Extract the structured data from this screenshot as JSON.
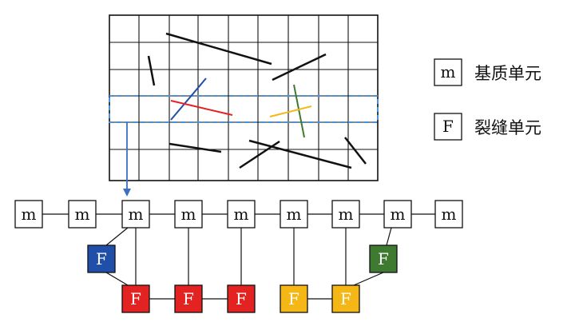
{
  "legend": {
    "matrix": {
      "symbol": "m",
      "label": "基质单元"
    },
    "fracture": {
      "symbol": "F",
      "label": "裂缝单元"
    }
  },
  "colors": {
    "grid": "#111111",
    "highlight_band": "#4a90d9",
    "arrow": "#3a6fc4",
    "fracture_black": "#111111",
    "fracture_blue": "#1f4fa8",
    "fracture_red": "#e32222",
    "fracture_yellow": "#f5b715",
    "fracture_green": "#3e7a2f"
  },
  "matrix_row": {
    "labels": [
      "m",
      "m",
      "m",
      "m",
      "m",
      "m",
      "m",
      "m",
      "m"
    ]
  },
  "fracture_nodes": [
    {
      "label": "F",
      "color": "blue"
    },
    {
      "label": "F",
      "color": "red"
    },
    {
      "label": "F",
      "color": "red"
    },
    {
      "label": "F",
      "color": "red"
    },
    {
      "label": "F",
      "color": "yellow"
    },
    {
      "label": "F",
      "color": "yellow"
    },
    {
      "label": "F",
      "color": "green"
    }
  ]
}
